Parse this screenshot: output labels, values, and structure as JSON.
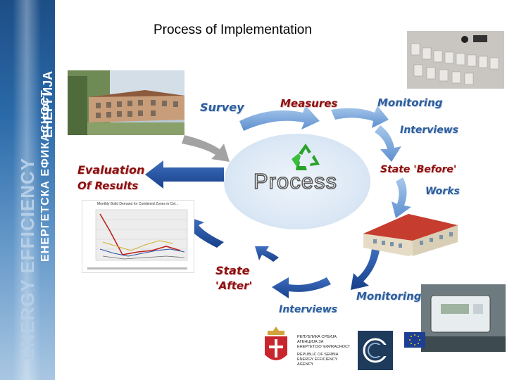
{
  "slide": {
    "title": "Process of Implementation",
    "sidebar_text": {
      "line1": "ENERGY EFFICIENCY",
      "line2": "ЕНЕРГЕТСКА ЕФИКАСНОСТ",
      "line3": "ЕНЕРГИЈА"
    },
    "center": {
      "label": "Process"
    },
    "stages": {
      "survey": "Survey",
      "measures": "Measures",
      "monitoring_top": "Monitoring",
      "interviews_top": "Interviews",
      "state_before": "State 'Before'",
      "works": "Works",
      "monitoring_bottom": "Monitoring",
      "interviews_bottom": "Interviews",
      "state_after_1": "State",
      "state_after_2": "'After'",
      "evaluation_1": "Evaluation",
      "evaluation_2": "Of Results"
    },
    "chart": {
      "title": "Monthly Bolid Demand for Combined Zones in Cel..."
    },
    "footer": {
      "agency_lines": [
        "РЕПУБЛИКА СРБИЈА",
        "АГЕНЦИЈА ЗА",
        "ЕНЕРГЕТСКУ ЕФИКАСНОСТ",
        "REPUBLIC OF SERBIA",
        "ENERGY EFFICIENCY",
        "AGENCY"
      ]
    }
  },
  "colors": {
    "arrow_light": "#7aa9dc",
    "arrow_dark": "#1f4f9a",
    "label_blue": "#2d5d9b",
    "label_red": "#8b1010",
    "recycle_green": "#2aa22a"
  }
}
